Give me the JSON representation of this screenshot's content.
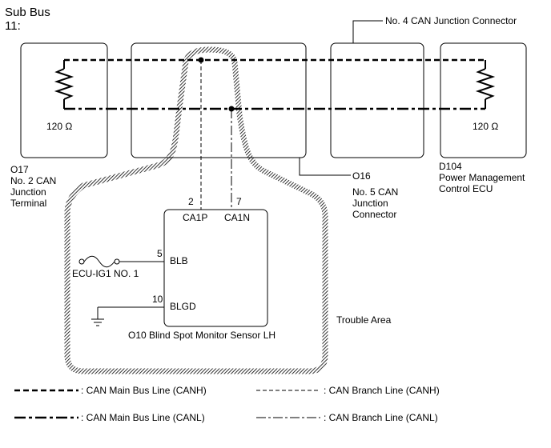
{
  "title": {
    "line1": "Sub Bus",
    "line2": "11:"
  },
  "connectors": {
    "o17": {
      "code": "O17",
      "lines": [
        "No. 2 CAN",
        "Junction",
        "Terminal"
      ],
      "resistor": "120 Ω"
    },
    "o16": {
      "code": "O16",
      "lines": [
        "No. 5 CAN",
        "Junction",
        "Connector"
      ]
    },
    "no4": {
      "label": "No. 4 CAN Junction Connector"
    },
    "d104": {
      "code": "D104",
      "lines": [
        "Power Management",
        "Control ECU"
      ],
      "resistor": "120 Ω"
    }
  },
  "sensor": {
    "name": "O10  Blind Spot Monitor Sensor LH",
    "pins": {
      "ca1p": {
        "num": "2",
        "name": "CA1P"
      },
      "ca1n": {
        "num": "7",
        "name": "CA1N"
      },
      "blb": {
        "num": "5",
        "name": "BLB"
      },
      "blgd": {
        "num": "10",
        "name": "BLGD"
      }
    },
    "fuse": "ECU-IG1 NO. 1"
  },
  "trouble_area": "Trouble Area",
  "legend": {
    "main_canh": ": CAN Main Bus Line (CANH)",
    "branch_canh": ": CAN Branch Line (CANH)",
    "main_canl": ": CAN Main Bus Line (CANL)",
    "branch_canl": ": CAN Branch Line (CANL)"
  }
}
